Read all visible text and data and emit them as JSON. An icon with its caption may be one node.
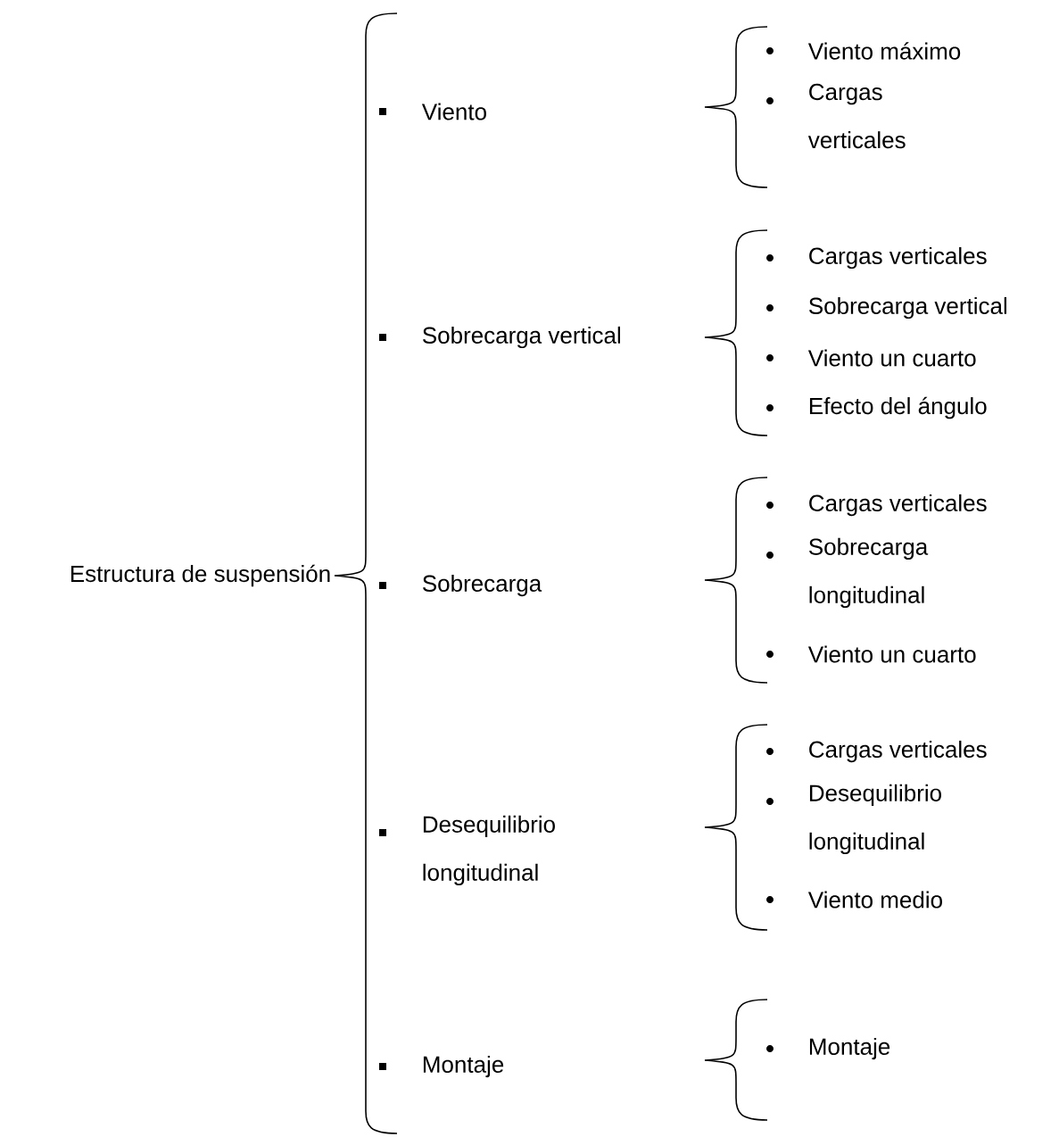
{
  "diagram": {
    "labels": [
      "Estructura de suspensión",
      "Viento",
      "Viento máximo",
      "Cargas verticales",
      "Sobrecarga vertical",
      "Cargas verticales",
      "Sobrecarga vertical",
      "Viento un cuarto",
      "Efecto del ángulo",
      "Sobrecarga",
      "Cargas verticales",
      "Sobrecarga longitudinal",
      "Viento un cuarto",
      "Desequilibrio longitudinal",
      "Cargas verticales",
      "Desequilibrio longitudinal",
      "Viento medio",
      "Montaje",
      "Montaje"
    ]
  }
}
